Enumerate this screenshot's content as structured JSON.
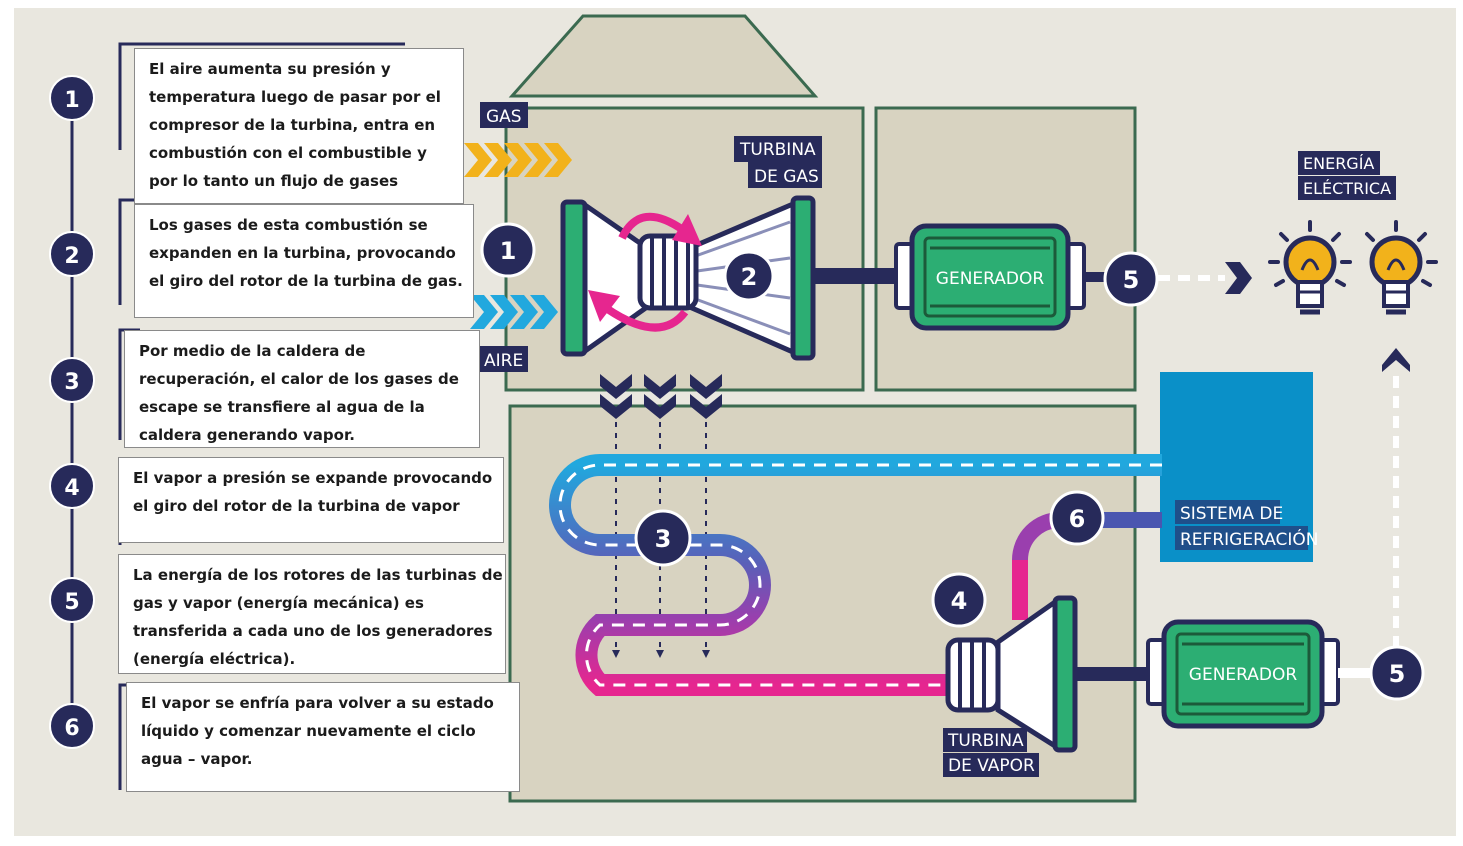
{
  "steps": [
    {
      "number": "1",
      "lines": [
        "El aire aumenta su presión y",
        "temperatura luego de pasar por el",
        "compresor de la turbina, entra en",
        "combustión con el combustible y",
        "por lo tanto un flujo de gases"
      ]
    },
    {
      "number": "2",
      "lines": [
        "Los gases de esta combustión se",
        "expanden en la turbina, provocando",
        "el giro del rotor de la turbina de gas."
      ]
    },
    {
      "number": "3",
      "lines": [
        "Por medio de la caldera de",
        "recuperación, el calor de los gases de",
        "escape se transfiere al agua de la",
        "caldera generando vapor."
      ]
    },
    {
      "number": "4",
      "lines": [
        "El vapor a presión se expande provocando",
        "el giro del rotor de la turbina de vapor"
      ]
    },
    {
      "number": "5",
      "lines": [
        "La energía de los rotores de las turbinas de",
        "gas y vapor (energía mecánica) es",
        "transferida a cada uno de los generadores",
        "(energía eléctrica)."
      ]
    },
    {
      "number": "6",
      "lines": [
        "El vapor se enfría para volver a su estado",
        "líquido y comenzar nuevamente el ciclo",
        "agua – vapor."
      ]
    }
  ],
  "diagram": {
    "gas_label": "GAS",
    "air_label": "AIRE",
    "gas_turbine_label": [
      "TURBINA",
      "DE GAS"
    ],
    "steam_turbine_label": [
      "TURBINA",
      "DE VAPOR"
    ],
    "generator_label": "GENERADOR",
    "electric_energy_label": [
      "ENERGÍA",
      "ELÉCTRICA"
    ],
    "cooling_label": [
      "SISTEMA DE",
      "REFRIGERACIÓN"
    ],
    "markers": [
      "1",
      "2",
      "3",
      "4",
      "5",
      "5",
      "6"
    ]
  },
  "colors": {
    "navy": "#272a5a",
    "green": "#2cae73",
    "green_dark": "#1c5a3a",
    "magenta": "#e6268f",
    "cyan": "#21a8de",
    "cooling_blue": "#0a90c8",
    "gold": "#f2b21b",
    "panel": "#d8d3c1",
    "background": "#e9e7df",
    "panel_border": "#3b6a50"
  }
}
